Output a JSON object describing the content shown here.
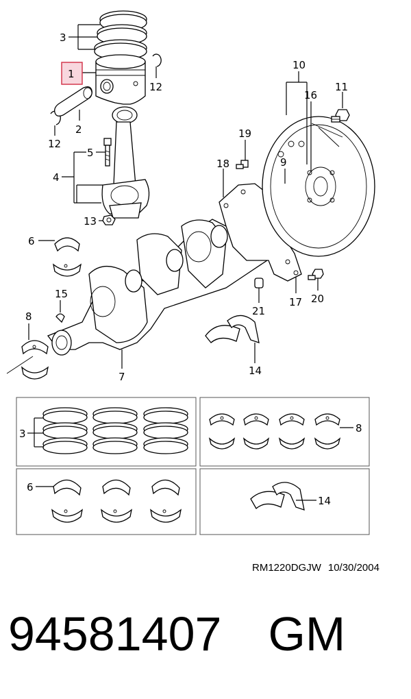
{
  "labels": {
    "l1": "1",
    "l2": "2",
    "l3": "3",
    "l4": "4",
    "l5": "5",
    "l6": "6",
    "l7": "7",
    "l8": "8",
    "l9": "9",
    "l10": "10",
    "l11": "11",
    "l12a": "12",
    "l12b": "12",
    "l13": "13",
    "l14": "14",
    "l15": "15",
    "l16": "16",
    "l17": "17",
    "l18": "18",
    "l19": "19",
    "l20": "20",
    "l21": "21",
    "k3": "3",
    "k8": "8",
    "k6": "6",
    "k14": "14"
  },
  "footer": {
    "ref_code": "RM1220DGJW",
    "date": "10/30/2004",
    "part_number": "94581407",
    "brand": "GM"
  },
  "colors": {
    "highlight_fill": "#f8d7de",
    "highlight_stroke": "#d3394f"
  }
}
